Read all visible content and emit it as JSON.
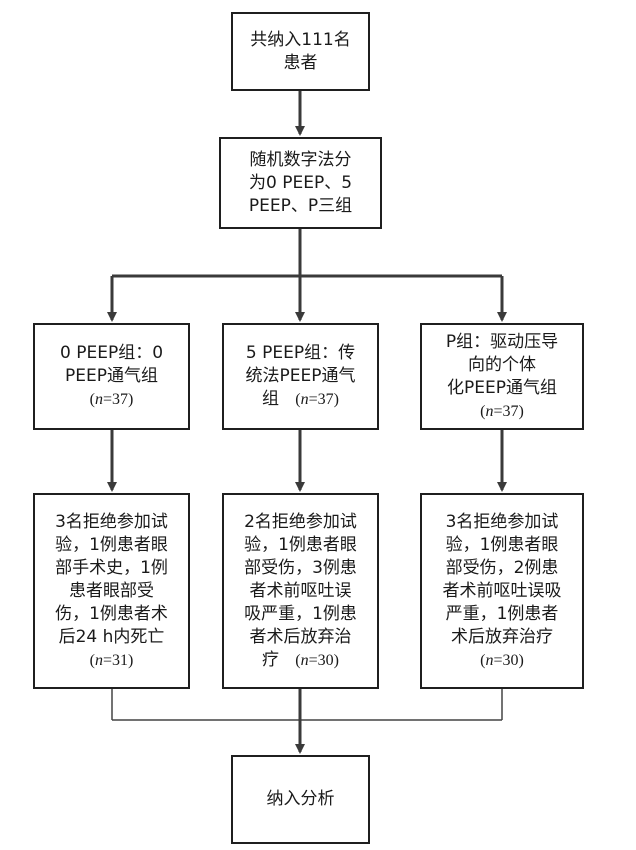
{
  "diagram": {
    "type": "flowchart",
    "stroke_color": "#3a3a3a",
    "top": {
      "lines": [
        "共纳入111名",
        "患者"
      ]
    },
    "randomize": {
      "lines": [
        "随机数字法分",
        "为0 PEEP、5",
        "PEEP、P三组"
      ]
    },
    "groups": [
      {
        "lines": [
          "0 PEEP组：0",
          "PEEP通气组"
        ],
        "n_prefix": "(",
        "n_var": "n",
        "n_value": "=37)"
      },
      {
        "lines": [
          "5 PEEP组：传",
          "统法PEEP通气"
        ],
        "last_line": "组",
        "n_prefix": "(",
        "n_var": "n",
        "n_value": "=37)"
      },
      {
        "lines": [
          "P组：驱动压导",
          "向的个体",
          "化PEEP通气组"
        ],
        "n_prefix": "(",
        "n_var": "n",
        "n_value": "=37)"
      }
    ],
    "exclusions": [
      {
        "lines": [
          "3名拒绝参加试",
          "验，1例患者眼",
          "部手术史，1例",
          "患者眼部受",
          "伤，1例患者术",
          "后24 h内死亡"
        ],
        "n_prefix": "(",
        "n_var": "n",
        "n_value": "=31)"
      },
      {
        "lines": [
          "2名拒绝参加试",
          "验，1例患者眼",
          "部受伤，3例患",
          "者术前呕吐误",
          "吸严重，1例患",
          "者术后放弃治"
        ],
        "last_line": "疗",
        "n_prefix": "(",
        "n_var": "n",
        "n_value": "=30)"
      },
      {
        "lines": [
          "3名拒绝参加试",
          "验，1例患者眼",
          "部受伤，2例患",
          "者术前呕吐误吸",
          "严重，1例患者",
          "术后放弃治疗"
        ],
        "n_prefix": "(",
        "n_var": "n",
        "n_value": "=30)"
      }
    ],
    "final": {
      "label": "纳入分析"
    }
  }
}
